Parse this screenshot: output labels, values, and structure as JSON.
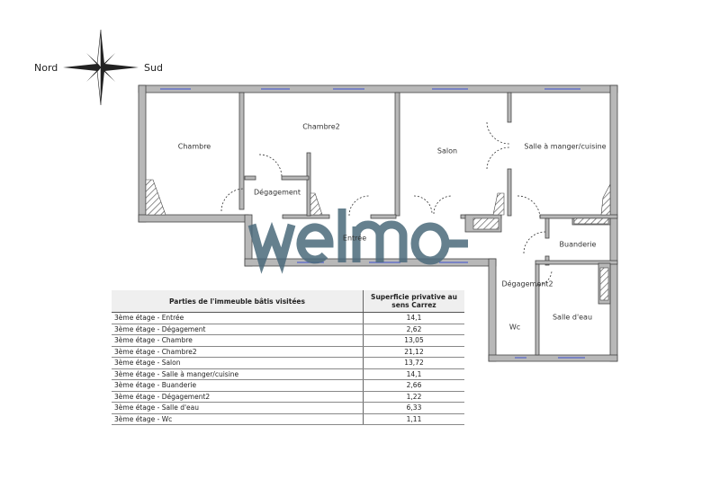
{
  "compass": {
    "left": "Nord",
    "right": "Sud"
  },
  "watermark": "welmo",
  "rooms": {
    "chambre": "Chambre",
    "chambre2": "Chambre2",
    "salon": "Salon",
    "salle": "Salle à manger/cuisine",
    "degagement": "Dégagement",
    "entree": "Entrée",
    "buanderie": "Buanderie",
    "degagement2": "Dégagement2",
    "wc": "Wc",
    "salle_eau": "Salle d'eau"
  },
  "table": {
    "headers": [
      "Parties de l'immeuble bâtis visitées",
      "Superficie privative au sens Carrez"
    ],
    "rows": [
      [
        "3ème étage - Entrée",
        "14,1"
      ],
      [
        "3ème étage - Dégagement",
        "2,62"
      ],
      [
        "3ème étage - Chambre",
        "13,05"
      ],
      [
        "3ème étage - Chambre2",
        "21,12"
      ],
      [
        "3ème étage - Salon",
        "13,72"
      ],
      [
        "3ème étage - Salle à manger/cuisine",
        "14,1"
      ],
      [
        "3ème étage - Buanderie",
        "2,66"
      ],
      [
        "3ème étage - Dégagement2",
        "1,22"
      ],
      [
        "3ème étage - Salle d'eau",
        "6,33"
      ],
      [
        "3ème étage - Wc",
        "1,11"
      ]
    ]
  }
}
